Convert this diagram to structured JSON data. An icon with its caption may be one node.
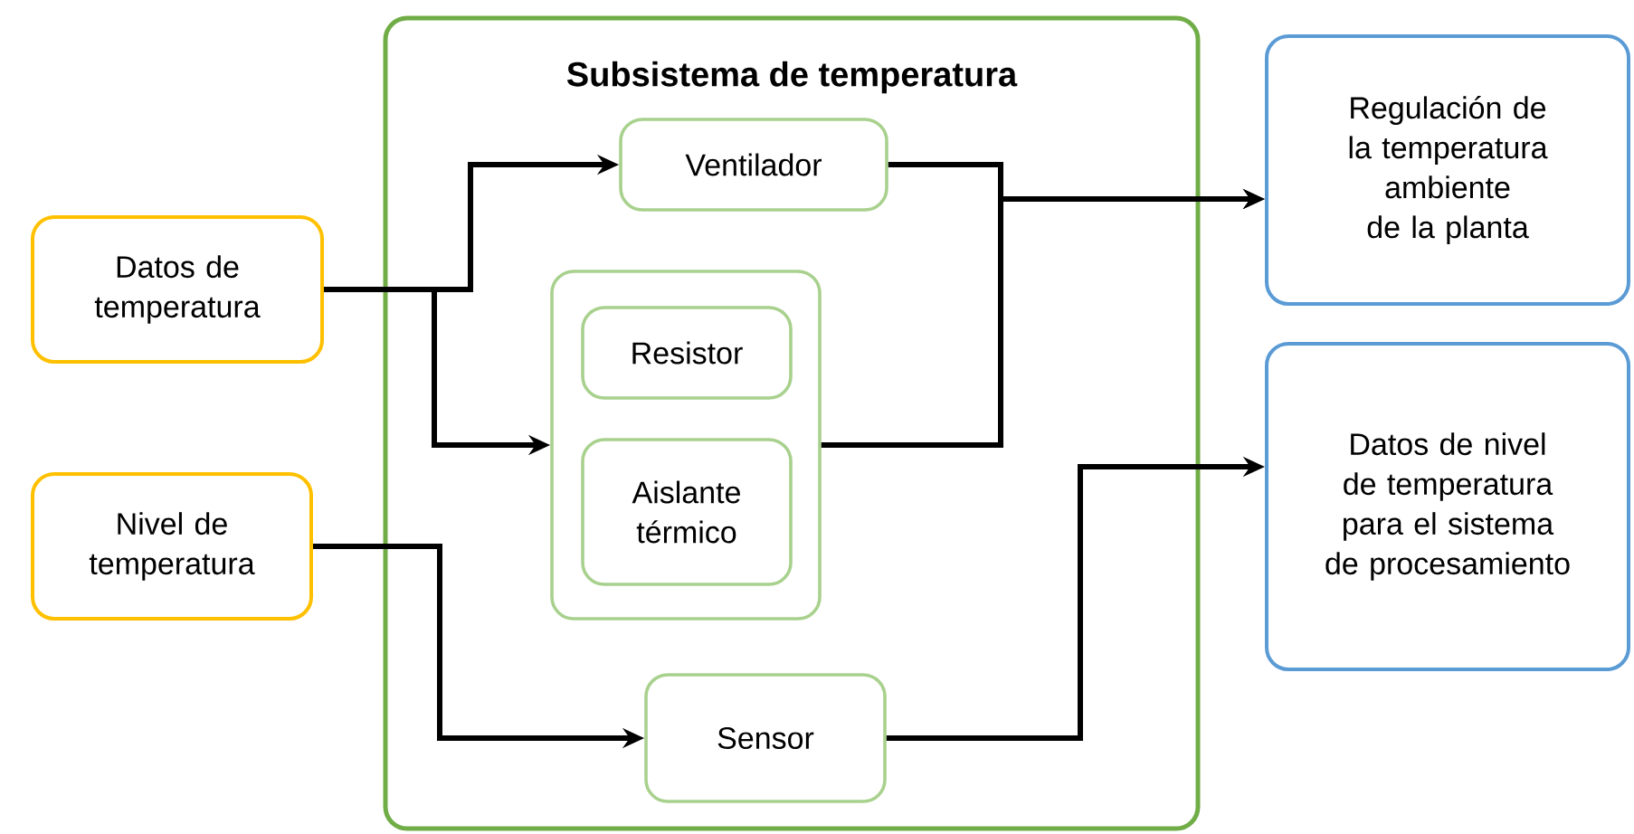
{
  "diagram": {
    "nodes": [
      {
        "text": [
          "Subsistema de temperatura"
        ]
      },
      {
        "text": [
          "Datos de temperatura"
        ]
      },
      {
        "text": [
          "Nivel de temperatura"
        ]
      },
      {
        "text": [
          "Ventilador"
        ],
        "in": 0
      },
      {
        "text": [],
        "shape": "box",
        "in": 0
      },
      {
        "text": [
          "Resistor"
        ],
        "in": 4
      },
      {
        "text": [
          "Aislante térmico"
        ],
        "in": 4
      },
      {
        "text": [
          "Sensor"
        ],
        "in": 0
      },
      {
        "text": [
          "Regulación de la temperatura ambiente de la planta"
        ]
      },
      {
        "text": [
          "Datos de nivel de temperatura para el sistema de procesamiento"
        ]
      }
    ],
    "edges": [
      {
        "from": 1,
        "to": 3,
        "arrow": "to"
      },
      {
        "from": 1,
        "to": 4,
        "arrow": "to"
      },
      {
        "from": 2,
        "to": 7,
        "arrow": "to"
      },
      {
        "from": 3,
        "to": 8,
        "arrow": "to"
      },
      {
        "from": 4,
        "to": 8,
        "arrow": "to"
      },
      {
        "from": 7,
        "to": 9,
        "arrow": "to"
      }
    ]
  }
}
